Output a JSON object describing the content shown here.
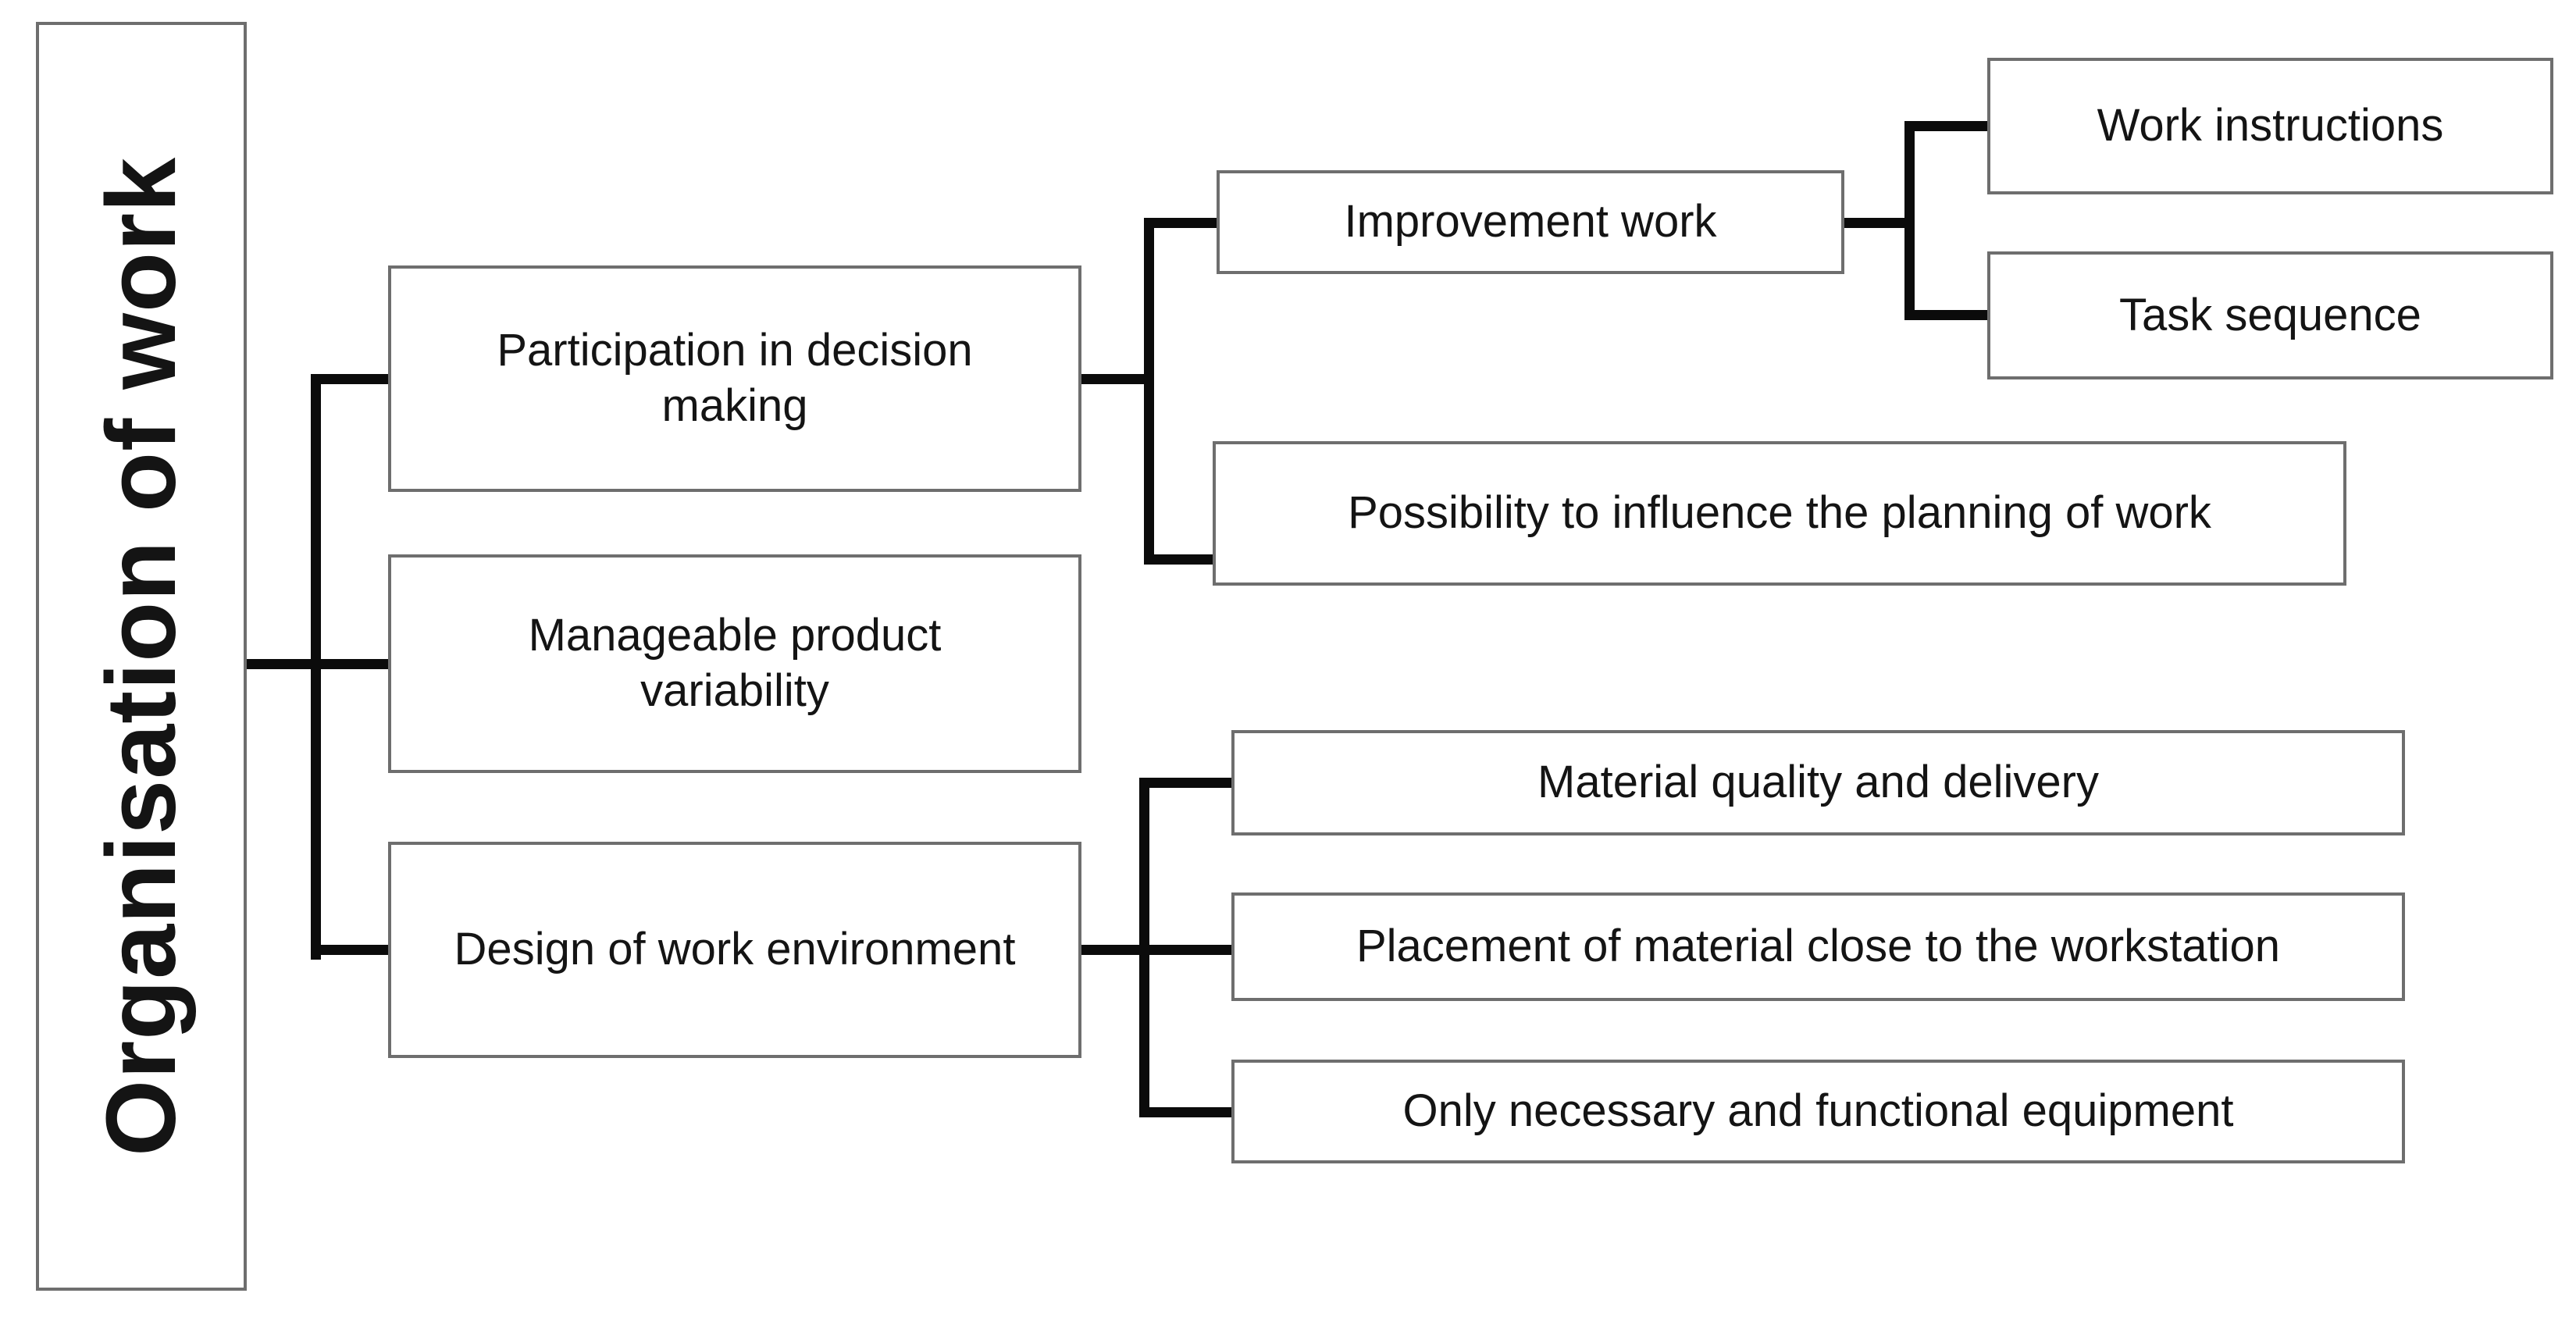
{
  "diagram": {
    "title": "Organisation of work hierarchy diagram",
    "nodes": {
      "root": {
        "label": "Organisation of work"
      },
      "participation": {
        "label": "Participation in decision making"
      },
      "manageable": {
        "label": "Manageable product variability"
      },
      "design": {
        "label": "Design of work environment"
      },
      "improvement": {
        "label": "Improvement work"
      },
      "work_instructions": {
        "label": "Work instructions"
      },
      "task_sequence": {
        "label": "Task sequence"
      },
      "possibility": {
        "label": "Possibility to influence the planning of work"
      },
      "material": {
        "label": "Material quality and delivery"
      },
      "placement": {
        "label": "Placement of material close to the workstation"
      },
      "only_equipment": {
        "label": "Only necessary and functional equipment"
      }
    },
    "edges": [
      [
        "root",
        "participation"
      ],
      [
        "root",
        "manageable"
      ],
      [
        "root",
        "design"
      ],
      [
        "participation",
        "improvement"
      ],
      [
        "participation",
        "possibility"
      ],
      [
        "improvement",
        "work_instructions"
      ],
      [
        "improvement",
        "task_sequence"
      ],
      [
        "design",
        "material"
      ],
      [
        "design",
        "placement"
      ],
      [
        "design",
        "only_equipment"
      ]
    ],
    "colors": {
      "background": "#ffffff",
      "box_fill": "#ffffff",
      "box_border": "#6e6e6e",
      "connector": "#0b0b0b",
      "text": "#141414"
    }
  }
}
